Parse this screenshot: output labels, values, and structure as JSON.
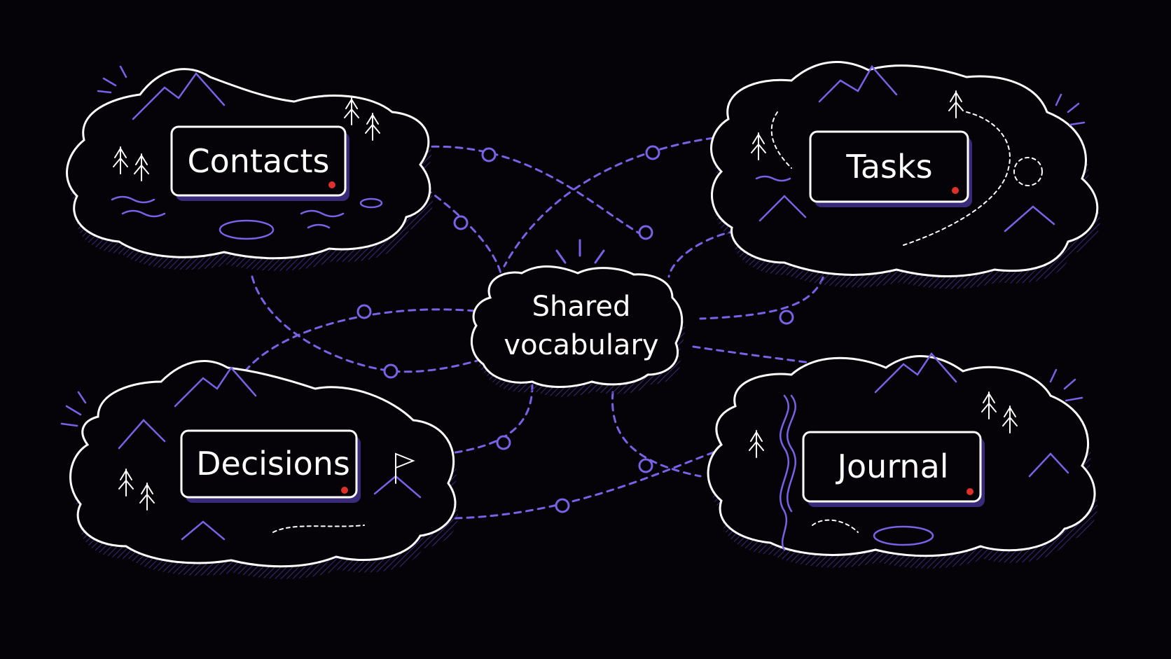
{
  "hub": {
    "line1": "Shared",
    "line2": "vocabulary"
  },
  "islands": [
    {
      "id": "contacts",
      "label": "Contacts"
    },
    {
      "id": "tasks",
      "label": "Tasks"
    },
    {
      "id": "decisions",
      "label": "Decisions"
    },
    {
      "id": "journal",
      "label": "Journal"
    }
  ],
  "colors": {
    "background": "#050307",
    "outline": "#ffffff",
    "accent": "#7b61e6",
    "shadow": "#3a2a7a",
    "dot": "#e0302a"
  }
}
